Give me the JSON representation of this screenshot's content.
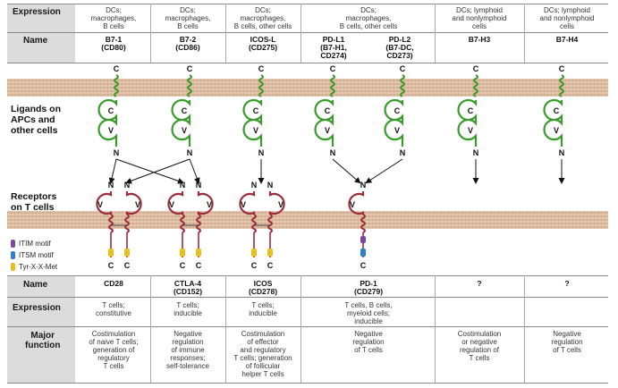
{
  "top_table": {
    "expression_label": "Expression",
    "name_label": "Name",
    "ligands": [
      {
        "expression": "DCs;\nmacrophages,\nB cells",
        "name": "B7-1\n(CD80)"
      },
      {
        "expression": "DCs;\nmacrophages,\nB cells",
        "name": "B7-2\n(CD86)"
      },
      {
        "expression": "DCs;\nmacrophages,\nB cells, other cells",
        "name": "ICOS-L\n(CD275)"
      },
      {
        "expression": "DCs;\nmacrophages,\nB cells, other cells",
        "name": "PD-L1\n(B7-H1,\nCD274)"
      },
      {
        "expression": "",
        "name": "PD-L2\n(B7-DC,\nCD273)"
      },
      {
        "expression": "DCs; lymphoid\nand nonlymphoid\ncells",
        "name": "B7-H3"
      },
      {
        "expression": "DCs; lymphoid\nand nonlymphoid\ncells",
        "name": "B7-H4"
      }
    ]
  },
  "side_labels": {
    "ligands": "Ligands on\nAPCs and\nother cells",
    "receptors": "Receptors\non T cells"
  },
  "domain_letters": {
    "c": "C",
    "v": "V",
    "n": "N"
  },
  "legend": [
    {
      "label": "ITIM motif",
      "color": "#7b4aa0"
    },
    {
      "label": "ITSM motif",
      "color": "#2f7fcf"
    },
    {
      "label": "Tyr-X-X-Met",
      "color": "#e8c020"
    }
  ],
  "bottom_table": {
    "name_label": "Name",
    "expression_label": "Expression",
    "function_label": "Major\nfunction",
    "receptors": [
      {
        "name": "CD28",
        "expression": "T cells;\nconstitutive",
        "function": "Costimulation\nof naive T cells;\ngeneration of\nregulatory\nT cells"
      },
      {
        "name": "CTLA-4\n(CD152)",
        "expression": "T cells;\ninducible",
        "function": "Negative\nregulation\nof immune\nresponses;\nself-tolerance"
      },
      {
        "name": "ICOS\n(CD278)",
        "expression": "T cells;\ninducible",
        "function": "Costimulation\nof effector\nand regulatory\nT cells; generation\nof follicular\nhelper T cells"
      },
      {
        "name": "PD-1\n(CD279)",
        "expression": "T cells, B cells,\nmyeloid cells;\ninducible",
        "function": "Negative\nregulation\nof T cells"
      },
      {
        "name": "?",
        "expression": "",
        "function": "Costimulation\nor negative\nregulation of\nT cells"
      },
      {
        "name": "?",
        "expression": "",
        "function": "Negative\nregulation\nof T cells"
      }
    ]
  },
  "colors": {
    "ligand": "#3b9a2c",
    "receptor": "#9b2c3c",
    "membrane": "#d8b79a",
    "yellow_motif": "#e8c020",
    "blue_motif": "#2f7fcf",
    "purple_motif": "#7b4aa0"
  }
}
